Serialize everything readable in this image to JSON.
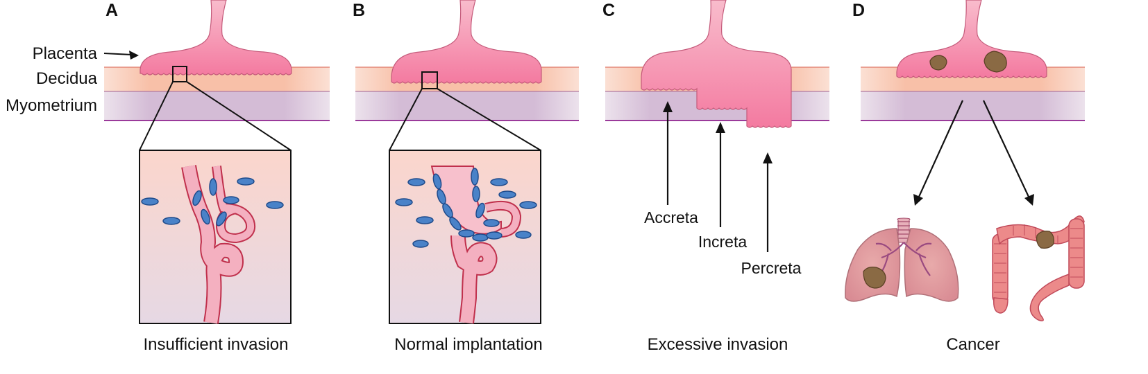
{
  "panels": [
    {
      "letter": "A",
      "caption": "Insufficient invasion"
    },
    {
      "letter": "B",
      "caption": "Normal implantation"
    },
    {
      "letter": "C",
      "caption": "Excessive invasion"
    },
    {
      "letter": "D",
      "caption": "Cancer"
    }
  ],
  "layers": {
    "placenta": "Placenta",
    "decidua": "Decidua",
    "myometrium": "Myometrium"
  },
  "invasion_types": {
    "accreta": "Accreta",
    "increta": "Increta",
    "percreta": "Percreta"
  },
  "colors": {
    "placenta": "#f49ab4",
    "decidua": "#f9c4aa",
    "myometrium": "#d8c0d8",
    "vessel": "#f2a8b8",
    "vessel_edge": "#c0304c",
    "cell": "#4a82c8",
    "tumor": "#8a6a44",
    "lung": "#e4a0a0",
    "colon": "#ec8a8a"
  }
}
